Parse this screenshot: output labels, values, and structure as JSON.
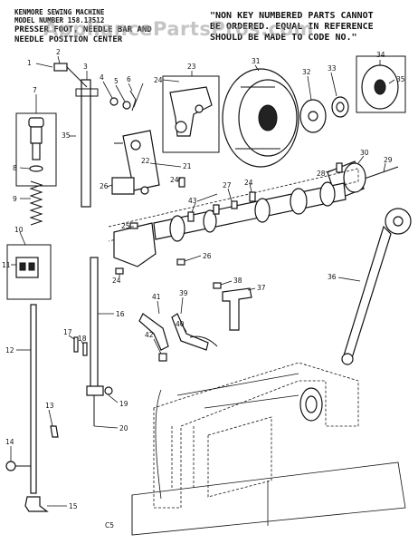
{
  "header": {
    "left_lines": [
      "KENMORE SEWING MACHINE",
      "MODEL NUMBER 158.13512",
      "PRESSER FOOT, NEEDLE BAR AND",
      "NEEDLE POSITION CENTER"
    ],
    "right_lines": [
      "\"NON KEY NUMBERED PARTS CANNOT",
      "BE ORDERED. EQUAL IN REFERENCE",
      "SHOULD BE MADE TO CODE NO.\""
    ]
  },
  "watermark": "AppliancePartsPros.com",
  "callouts": [
    "1",
    "2",
    "3",
    "4",
    "5",
    "6",
    "7",
    "8",
    "9",
    "10",
    "11",
    "12",
    "13",
    "14",
    "15",
    "16",
    "17",
    "18",
    "19",
    "20",
    "21",
    "22",
    "23",
    "24",
    "24",
    "24",
    "24",
    "25",
    "26",
    "26",
    "27",
    "28",
    "29",
    "30",
    "31",
    "32",
    "33",
    "34",
    "35",
    "35",
    "36",
    "37",
    "38",
    "39",
    "40",
    "41",
    "42",
    "43"
  ],
  "page_code": "C5",
  "colors": {
    "ink": "#111111",
    "paper": "#ffffff",
    "watermark": "#969696"
  }
}
